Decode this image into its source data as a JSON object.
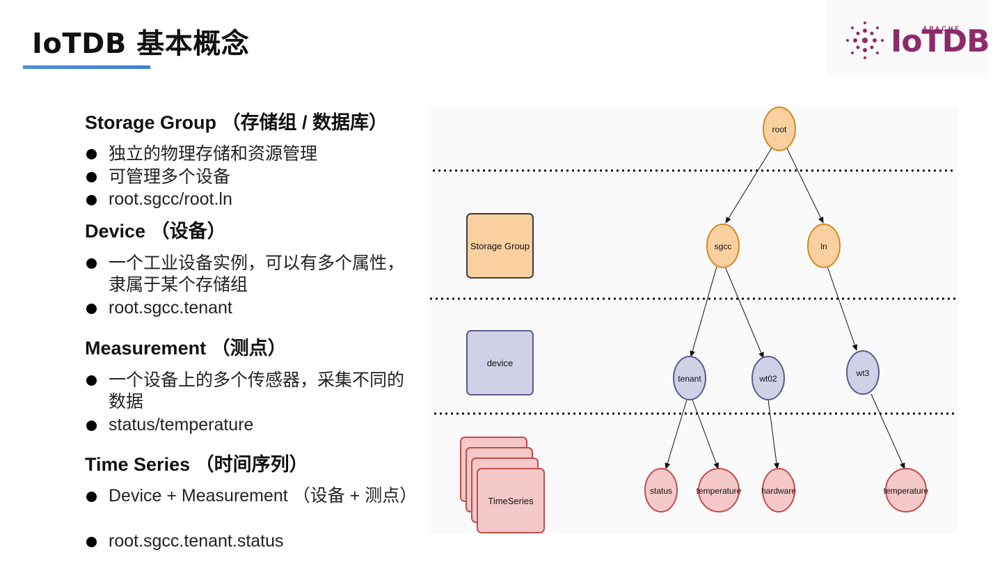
{
  "title": "IoTDB 基本概念",
  "logo": {
    "apache": "APACHE",
    "name": "IoTDB"
  },
  "sections": [
    {
      "heading": "Storage Group （存储组 / 数据库）",
      "bullets": [
        "独立的物理存储和资源管理",
        "可管理多个设备",
        "root.sgcc/root.ln"
      ]
    },
    {
      "heading": "Device （设备）",
      "bullets": [
        "一个工业设备实例，可以有多个属性，隶属于某个存储组",
        "root.sgcc.tenant"
      ]
    },
    {
      "heading": "Measurement （测点）",
      "bullets": [
        "一个设备上的多个传感器，采集不同的数据",
        "status/temperature"
      ]
    },
    {
      "heading": "Time Series （时间序列）",
      "bullets": [
        "Device + Measurement （设备 + 测点）",
        "root.sgcc.tenant.status"
      ]
    }
  ],
  "diagram": {
    "legend": {
      "storage_group": "Storage Group",
      "device": "device",
      "timeseries": "TimeSeries"
    },
    "nodes": {
      "root": "root",
      "sgcc": "sgcc",
      "ln": "ln",
      "tenant": "tenant",
      "wt02": "wt02",
      "wt3": "wt3",
      "status": "status",
      "temperature1": "temperature",
      "hardware": "hardware",
      "temperature2": "temperature"
    },
    "colors": {
      "storage_fill": "#fbd0a0",
      "storage_stroke": "#d2891f",
      "device_fill": "#d0d0e6",
      "device_stroke": "#5a5a8e",
      "series_fill": "#f5c9c9",
      "series_stroke": "#c44a4a"
    }
  }
}
